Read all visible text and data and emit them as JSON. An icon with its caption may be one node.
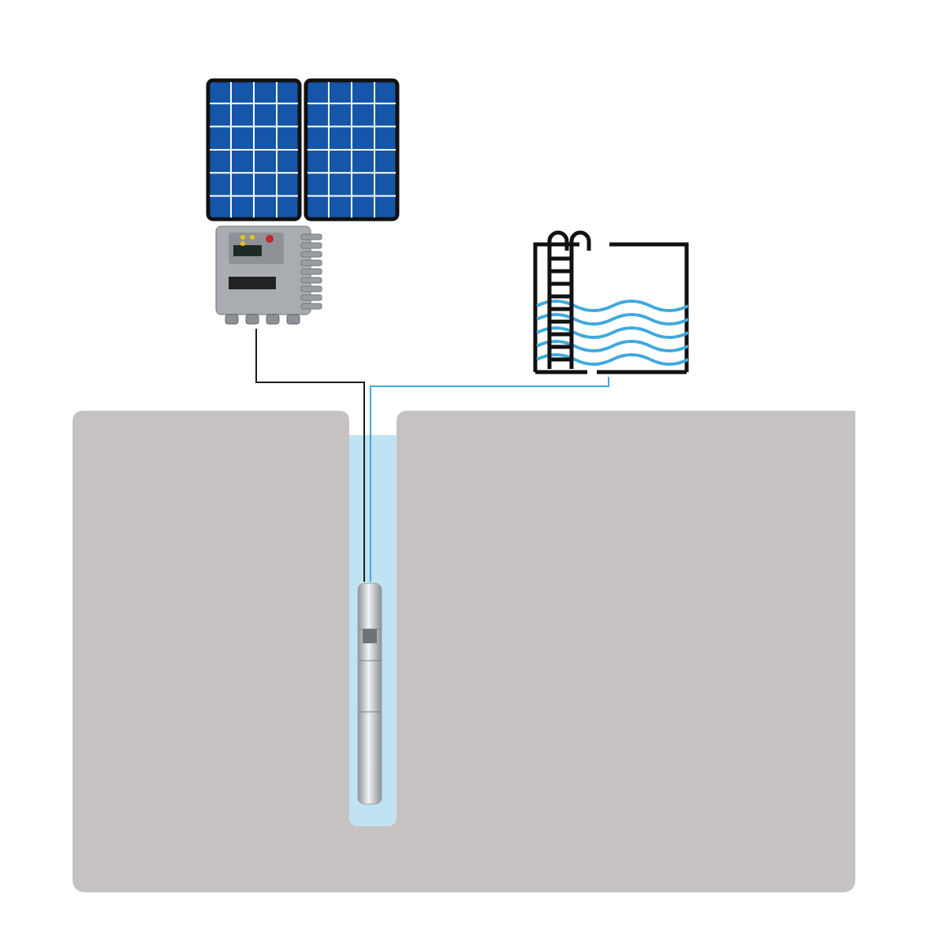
{
  "diagram": {
    "nodes": [
      {
        "text": [],
        "shape": "picture"
      },
      {
        "text": [],
        "shape": "picture"
      },
      {
        "text": [],
        "shape": "picture"
      },
      {
        "text": [],
        "shape": "picture"
      }
    ],
    "edges": [
      {
        "from": 1,
        "to": 3,
        "arrow": "none"
      },
      {
        "from": 3,
        "to": 2,
        "arrow": "none",
        "color": "#3fa9dd"
      }
    ]
  }
}
